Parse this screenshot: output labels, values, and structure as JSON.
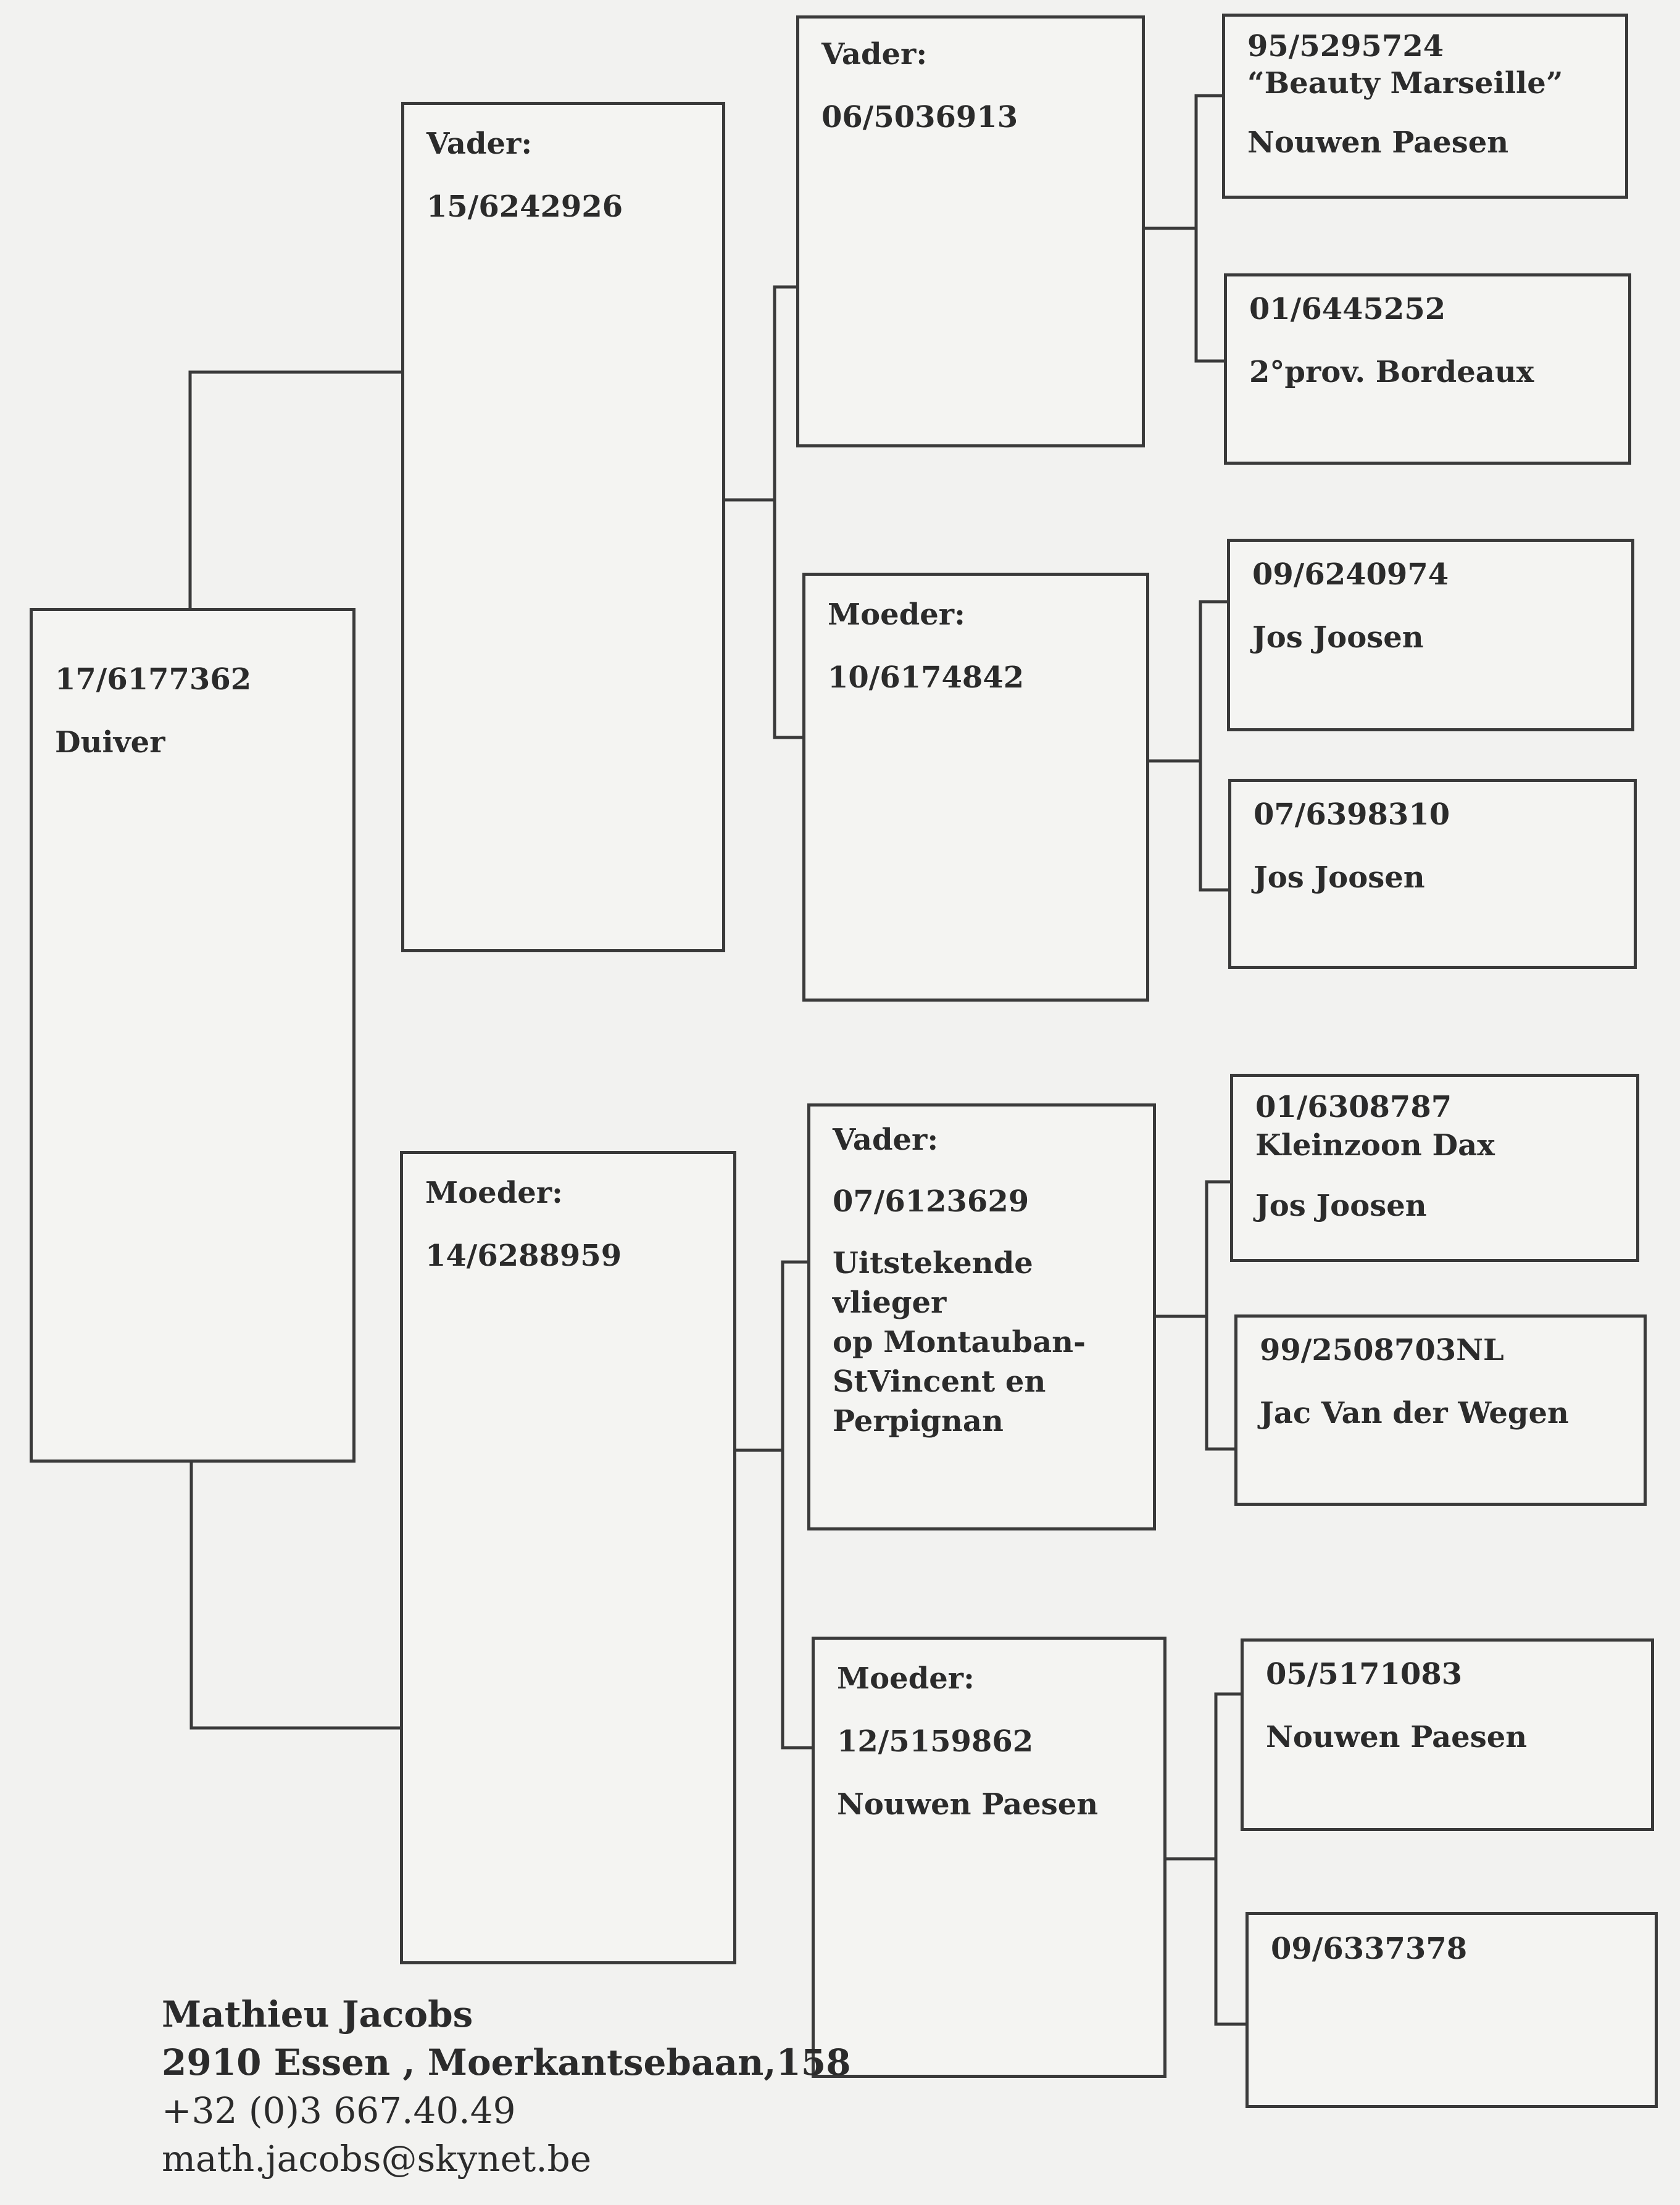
{
  "subject": {
    "ring": "17/6177362",
    "label": "Duiver"
  },
  "sire": {
    "role": "Vader:",
    "ring": "15/6242926"
  },
  "dam": {
    "role": "Moeder:",
    "ring": "14/6288959"
  },
  "sire_sire": {
    "role": "Vader:",
    "ring": "06/5036913"
  },
  "sire_dam": {
    "role": "Moeder:",
    "ring": "10/6174842"
  },
  "dam_sire": {
    "role": "Vader:",
    "ring": "07/6123629",
    "note": "Uitstekende vlieger\nop Montauban-\nStVincent en\nPerpignan"
  },
  "dam_dam": {
    "role": "Moeder:",
    "ring": "12/5159862",
    "breeder": "Nouwen Paesen"
  },
  "ggp": [
    {
      "ring": "95/5295724",
      "name": "“Beauty Marseille”",
      "breeder": "Nouwen Paesen"
    },
    {
      "ring": "01/6445252",
      "breeder": "2°prov. Bordeaux"
    },
    {
      "ring": "09/6240974",
      "breeder": "Jos Joosen"
    },
    {
      "ring": "07/6398310",
      "breeder": "Jos Joosen"
    },
    {
      "ring": "01/6308787",
      "name": "Kleinzoon Dax",
      "breeder": "Jos Joosen"
    },
    {
      "ring": "99/2508703NL",
      "breeder": "Jac Van der Wegen"
    },
    {
      "ring": "05/5171083",
      "breeder": "Nouwen Paesen"
    },
    {
      "ring": "09/6337378"
    }
  ],
  "footer": {
    "name": "Mathieu Jacobs",
    "address": "2910 Essen , Moerkantsebaan,158",
    "phone": "+32 (0)3 667.40.49",
    "email": "math.jacobs@skynet.be"
  }
}
